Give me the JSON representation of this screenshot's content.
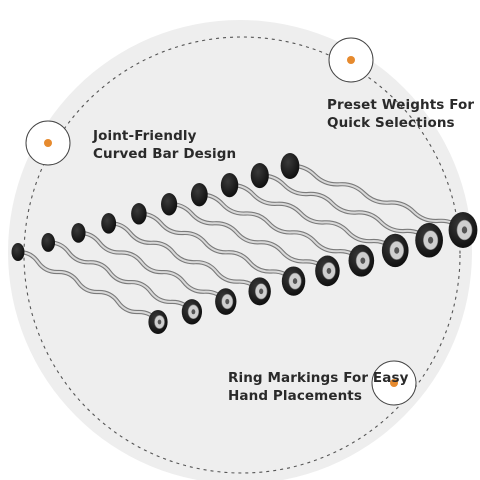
{
  "image": {
    "background_color": "#ffffff",
    "circle_color": "#eeeeee",
    "accent_color": "#e68a2e",
    "dash_color": "#555555",
    "product": "set of ten curved barbells with rubber plates"
  },
  "callouts": [
    {
      "id": "joint",
      "lines": [
        "Joint-Friendly",
        "Curved Bar Design"
      ]
    },
    {
      "id": "preset",
      "lines": [
        "Preset Weights For",
        "Quick Selections"
      ]
    },
    {
      "id": "ring",
      "lines": [
        "Ring Markings For Easy",
        "Hand Placements"
      ]
    }
  ]
}
